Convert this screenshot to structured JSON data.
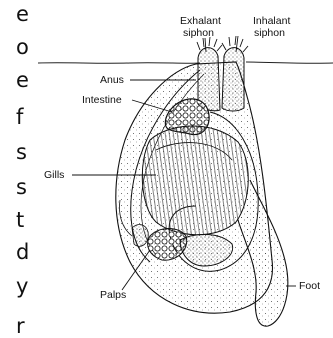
{
  "page_fragment": {
    "letters": [
      "e",
      "o",
      "e",
      "f",
      "s",
      "s",
      "t",
      "d",
      "y",
      "r"
    ]
  },
  "labels": {
    "exhalant_siphon": [
      "Exhalant",
      "siphon"
    ],
    "inhalant_siphon": [
      "Inhalant",
      "siphon"
    ],
    "anus": "Anus",
    "intestine": "Intestine",
    "gills": "Gills",
    "palps": "Palps",
    "foot": "Foot"
  },
  "colors": {
    "ink": "#111111",
    "background": "#ffffff"
  }
}
